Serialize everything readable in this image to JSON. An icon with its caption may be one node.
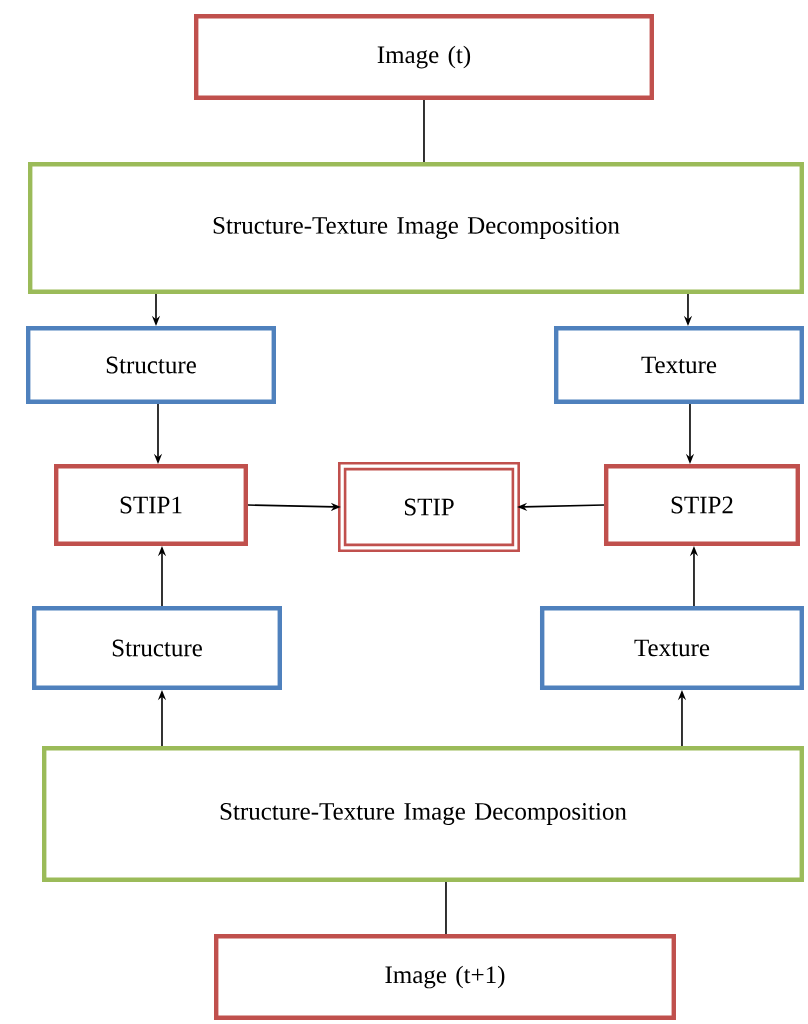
{
  "diagram": {
    "nodes": [
      {
        "text": [
          "Image (t)"
        ]
      },
      {
        "text": [
          "Structure-Texture Image Decomposition"
        ]
      },
      {
        "text": [
          "Structure"
        ]
      },
      {
        "text": [
          "Texture"
        ]
      },
      {
        "text": [
          "STIP1"
        ]
      },
      {
        "text": [
          "STIP"
        ]
      },
      {
        "text": [
          "STIP2"
        ]
      },
      {
        "text": [
          "Structure"
        ]
      },
      {
        "text": [
          "Texture"
        ]
      },
      {
        "text": [
          "Structure-Texture Image Decomposition"
        ]
      },
      {
        "text": [
          "Image (t+1)"
        ]
      }
    ],
    "edges": [
      {
        "from": 0,
        "to": 1,
        "arrow": "none"
      },
      {
        "from": 1,
        "to": 2,
        "arrow": "to"
      },
      {
        "from": 1,
        "to": 3,
        "arrow": "to"
      },
      {
        "from": 2,
        "to": 4,
        "arrow": "to"
      },
      {
        "from": 3,
        "to": 6,
        "arrow": "to"
      },
      {
        "from": 4,
        "to": 5,
        "arrow": "to"
      },
      {
        "from": 6,
        "to": 5,
        "arrow": "to"
      },
      {
        "from": 7,
        "to": 4,
        "arrow": "to"
      },
      {
        "from": 8,
        "to": 6,
        "arrow": "to"
      },
      {
        "from": 9,
        "to": 7,
        "arrow": "to"
      },
      {
        "from": 9,
        "to": 8,
        "arrow": "to"
      },
      {
        "from": 10,
        "to": 9,
        "arrow": "none"
      }
    ]
  }
}
